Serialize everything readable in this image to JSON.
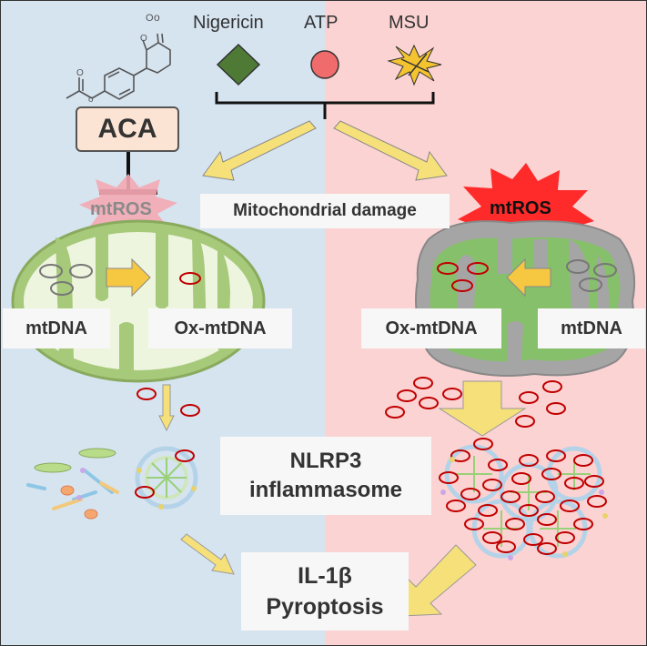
{
  "stimuli": {
    "nigericin": "Nigericin",
    "atp": "ATP",
    "msu": "MSU"
  },
  "inhibitor": "ACA",
  "process": "Mitochondrial damage",
  "left": {
    "mtros": "mtROS",
    "mtdna": "mtDNA",
    "ox_mtdna": "Ox-mtDNA"
  },
  "right": {
    "mtros": "mtROS",
    "mtdna": "mtDNA",
    "ox_mtdna": "Ox-mtDNA"
  },
  "inflammasome": {
    "line1": "NLRP3",
    "line2": "inflammasome"
  },
  "outcome": {
    "line1": "IL-1β",
    "line2": "Pyroptosis"
  },
  "colors": {
    "left_bg": "#d6e4f0",
    "right_bg": "#fcd3d3",
    "diamond": "#4e7a35",
    "circle": "#f06b6b",
    "arrow": "#f6e07a",
    "mito_outer": "#a6c97a",
    "ox_dna": "#c00000",
    "starburst": "#ff2a2a"
  }
}
